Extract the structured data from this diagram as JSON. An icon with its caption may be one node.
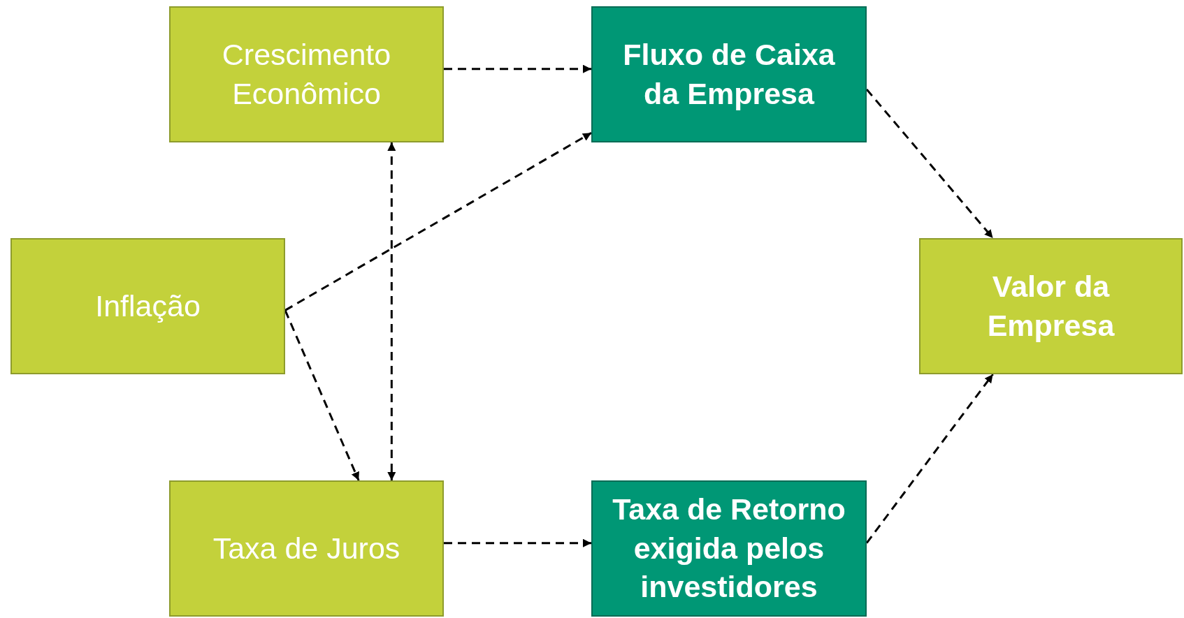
{
  "diagram": {
    "nodes": [
      {
        "text": [
          "Crescimento Econômico"
        ]
      },
      {
        "text": [
          "Fluxo de Caixa da Empresa"
        ]
      },
      {
        "text": [
          "Inflação"
        ]
      },
      {
        "text": [
          "Valor da Empresa"
        ]
      },
      {
        "text": [
          "Taxa de Juros"
        ]
      },
      {
        "text": [
          "Taxa de Retorno exigida pelos investidores"
        ]
      }
    ],
    "edges": [
      {
        "from": 0,
        "to": 1,
        "arrow": "to",
        "style": "dashed"
      },
      {
        "from": 2,
        "to": 1,
        "arrow": "to",
        "style": "dashed"
      },
      {
        "from": 2,
        "to": 4,
        "arrow": "to",
        "style": "dashed"
      },
      {
        "from": 0,
        "to": 4,
        "arrow": "both",
        "style": "dashed"
      },
      {
        "from": 4,
        "to": 5,
        "arrow": "to",
        "style": "dashed"
      },
      {
        "from": 1,
        "to": 3,
        "arrow": "to",
        "style": "dashed"
      },
      {
        "from": 5,
        "to": 3,
        "arrow": "to",
        "style": "dashed"
      }
    ]
  }
}
